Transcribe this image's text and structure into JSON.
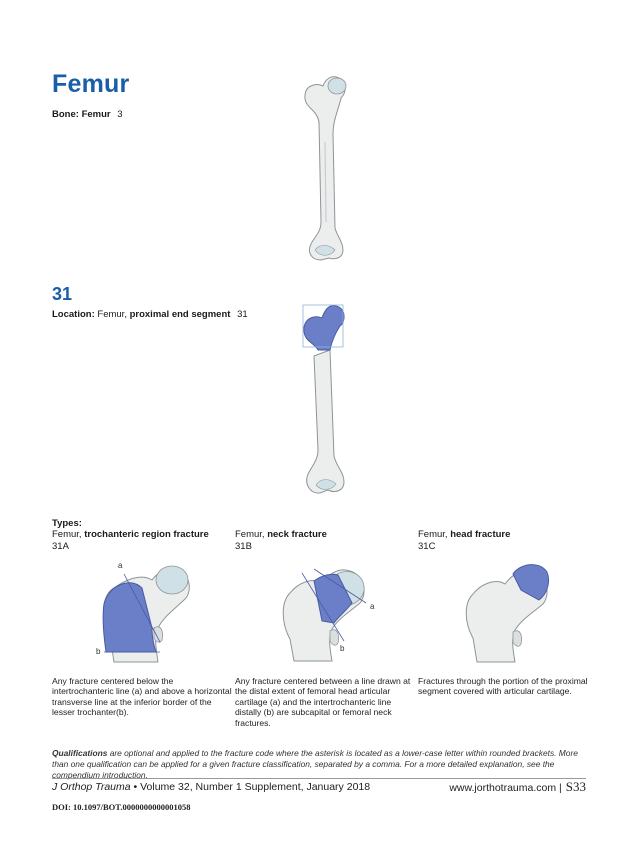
{
  "title": "Femur",
  "bone": {
    "label": "Bone:",
    "name": "Femur",
    "code": "3"
  },
  "section": {
    "number": "31",
    "location_label": "Location:",
    "location_bone": "Femur,",
    "location_segment": "proximal end segment",
    "location_code": "31"
  },
  "types_label": "Types:",
  "types": [
    {
      "prefix": "Femur,",
      "name": "trochanteric region fracture",
      "code": "31A",
      "labels": [
        "a",
        "b"
      ],
      "description": "Any fracture centered below the intertrochanteric line (a) and above a horizontal transverse line at the inferior border of the lesser trochanter(b)."
    },
    {
      "prefix": "Femur,",
      "name": "neck fracture",
      "code": "31B",
      "labels": [
        "a",
        "b"
      ],
      "description": "Any fracture centered between a line drawn at the distal extent of femoral head articular cartilage (a) and the intertrochanteric line distally (b) are subcapital or femoral neck fractures."
    },
    {
      "prefix": "Femur,",
      "name": "head fracture",
      "code": "31C",
      "labels": [],
      "description": "Fractures through the portion of the proximal segment covered with articular cartilage."
    }
  ],
  "qualifications": {
    "label": "Qualifications",
    "text": " are optional and applied to the fracture code where the asterisk is located as a lower-case letter within rounded brackets. More than one qualification can be applied for a given fracture classification, separated by a comma. For a more detailed explanation, see the compendium introduction."
  },
  "footer": {
    "journal": "J Orthop Trauma",
    "details": "• Volume 32, Number 1 Supplement, January 2018",
    "website": "www.jorthotrauma.com |",
    "page": "S33",
    "doi": "DOI: 10.1097/BOT.0000000000001058"
  },
  "colors": {
    "accent": "#1b5ea8",
    "highlight": "#6b7fc9",
    "bone": "#eceeee",
    "cartilage": "#cfe1e6"
  }
}
